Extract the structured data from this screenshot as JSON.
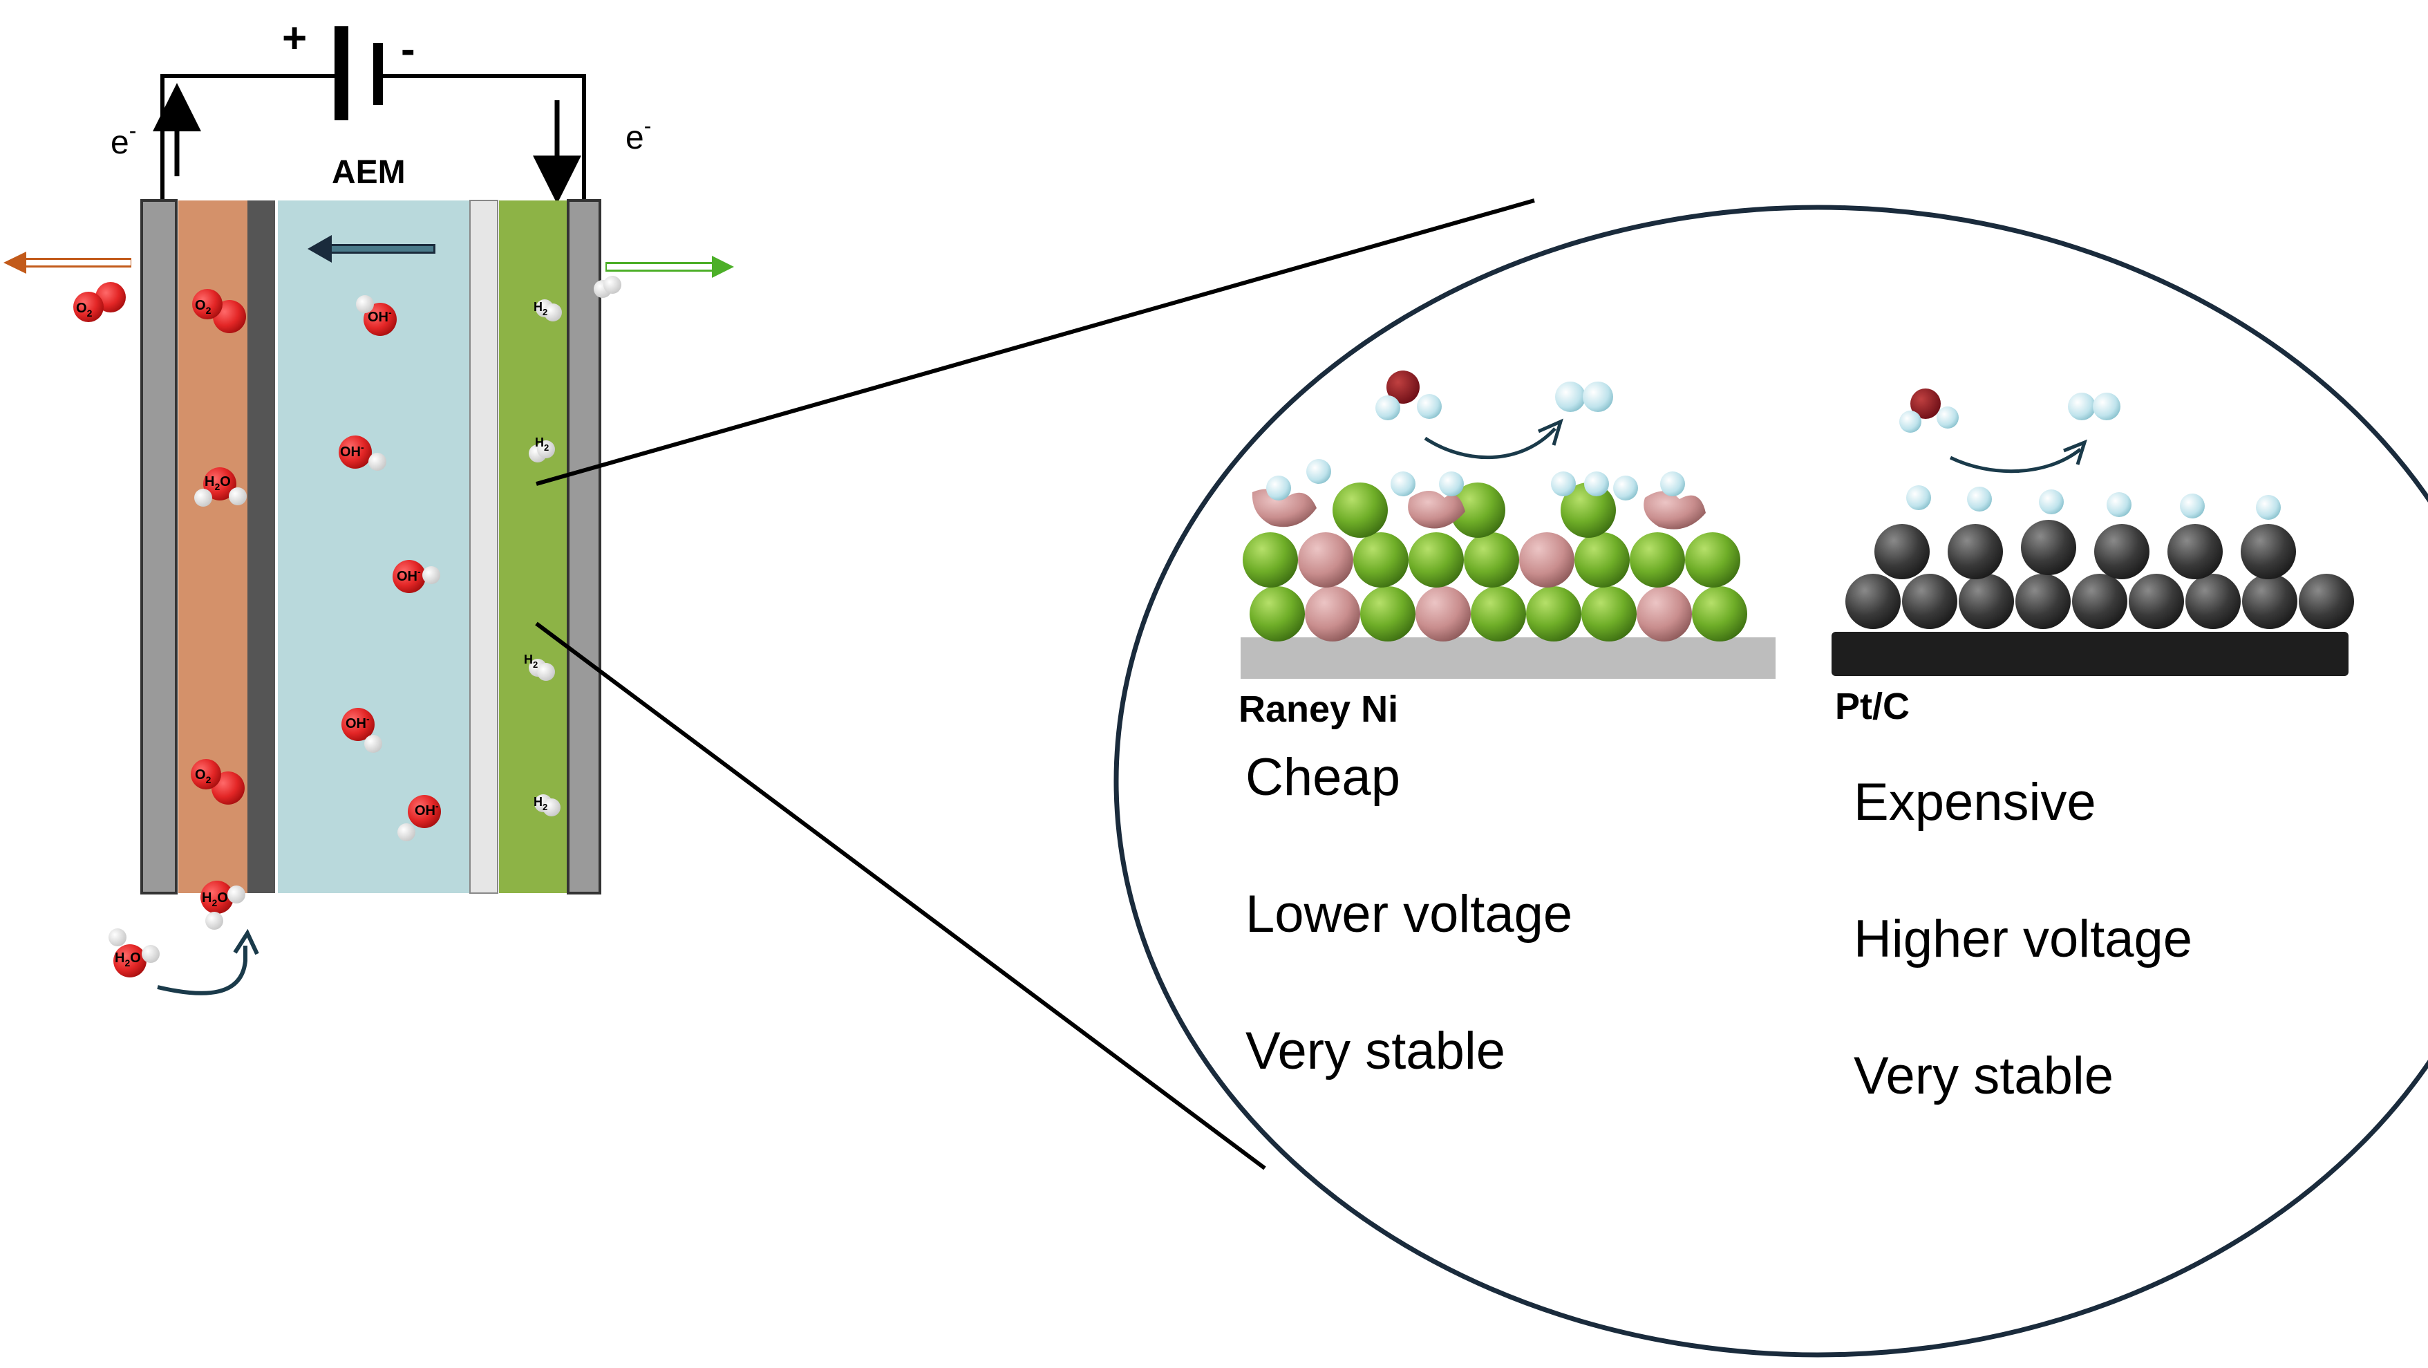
{
  "cell": {
    "plus": "+",
    "minus": "-",
    "electron_left": "e",
    "electron_right": "e",
    "electron_sup": "-",
    "membrane": "AEM"
  },
  "molecules": {
    "o2": "O",
    "o2_sub": "2",
    "h2o": "H",
    "h2o_sub": "2",
    "h2o_end": "O",
    "oh": "OH",
    "oh_sup": "-",
    "h2": "H",
    "h2_sub": "2"
  },
  "catalysts": {
    "left": {
      "name": "Raney Ni",
      "props": [
        "Cheap",
        "Lower voltage",
        "Very stable"
      ]
    },
    "right": {
      "name": "Pt/C",
      "props": [
        "Expensive",
        "Higher voltage",
        "Very stable"
      ]
    }
  },
  "colors": {
    "anode": "#d4916a",
    "membrane": "#b9d9dc",
    "cathode": "#8db346",
    "collector": "#9a9a9a",
    "circle": "#1a2b3c",
    "oxygen": "#e32626",
    "hydrogen": "#ffffff",
    "nickel": "#6fae28",
    "alloy": "#c98e8e",
    "carbon": "#3a3a3a"
  }
}
